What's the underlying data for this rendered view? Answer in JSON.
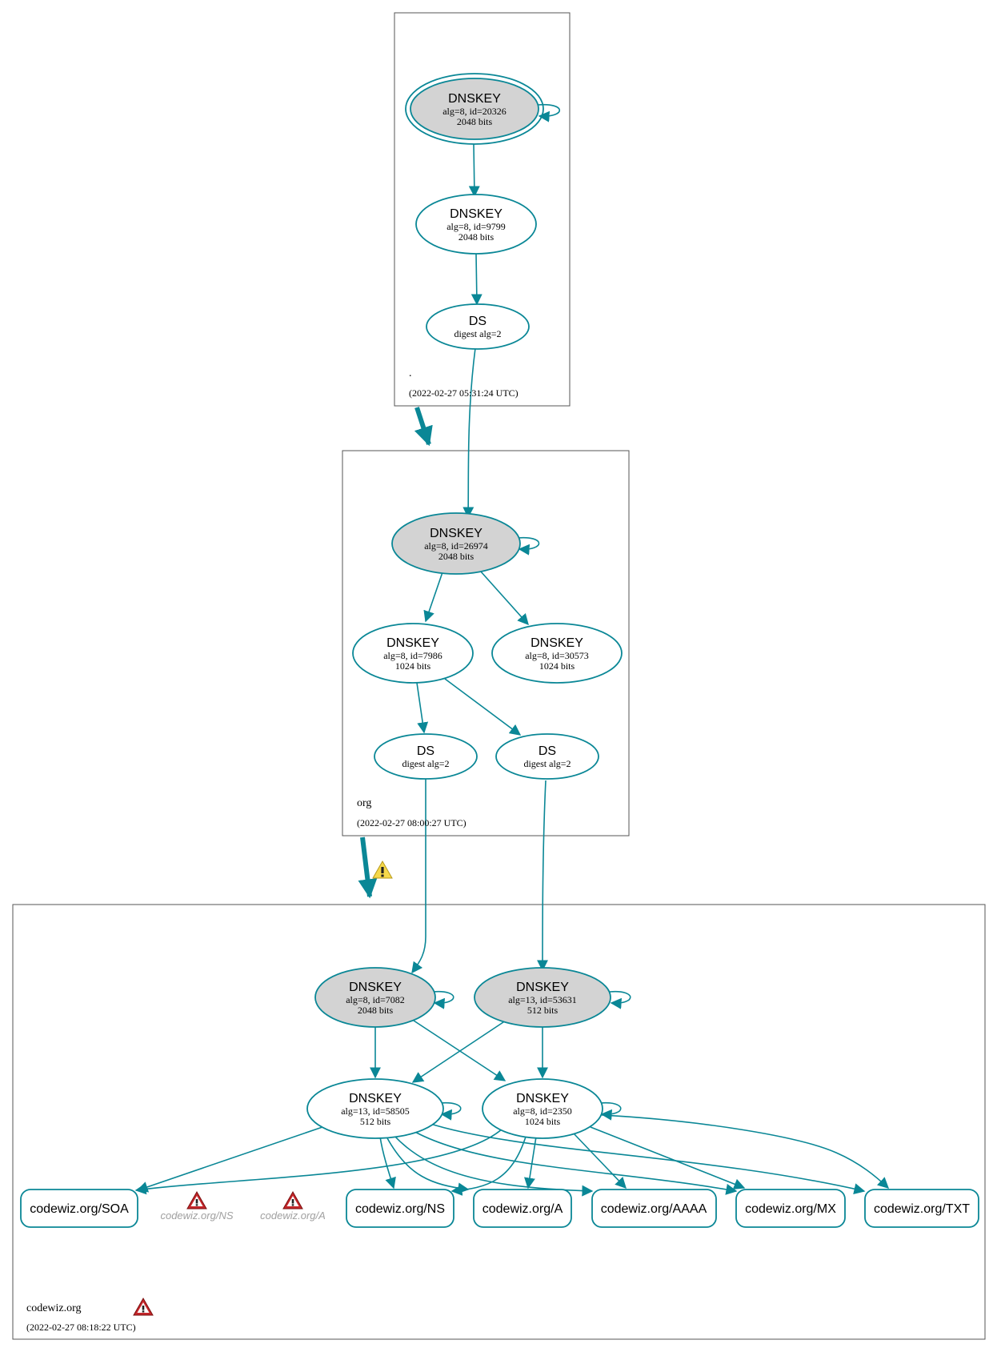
{
  "colors": {
    "edge": "#0a8796",
    "node_fill_ksk": "#d3d3d3",
    "node_fill": "#ffffff",
    "zone_border": "#555555",
    "warning_yellow": "#f5d84b",
    "error_red": "#c4262a",
    "missing_text": "#a0a0a0"
  },
  "zones": {
    "root": {
      "name": ".",
      "timestamp": "(2022-02-27 05:31:24 UTC)"
    },
    "org": {
      "name": "org",
      "timestamp": "(2022-02-27 08:00:27 UTC)"
    },
    "codewiz": {
      "name": "codewiz.org",
      "timestamp": "(2022-02-27 08:18:22 UTC)"
    }
  },
  "nodes": {
    "root_ksk": {
      "title": "DNSKEY",
      "line1": "alg=8, id=20326",
      "line2": "2048 bits"
    },
    "root_zsk": {
      "title": "DNSKEY",
      "line1": "alg=8, id=9799",
      "line2": "2048 bits"
    },
    "root_ds": {
      "title": "DS",
      "line1": "digest alg=2"
    },
    "org_ksk": {
      "title": "DNSKEY",
      "line1": "alg=8, id=26974",
      "line2": "2048 bits"
    },
    "org_zsk1": {
      "title": "DNSKEY",
      "line1": "alg=8, id=7986",
      "line2": "1024 bits"
    },
    "org_zsk2": {
      "title": "DNSKEY",
      "line1": "alg=8, id=30573",
      "line2": "1024 bits"
    },
    "org_ds1": {
      "title": "DS",
      "line1": "digest alg=2"
    },
    "org_ds2": {
      "title": "DS",
      "line1": "digest alg=2"
    },
    "cw_ksk1": {
      "title": "DNSKEY",
      "line1": "alg=8, id=7082",
      "line2": "2048 bits"
    },
    "cw_ksk2": {
      "title": "DNSKEY",
      "line1": "alg=13, id=53631",
      "line2": "512 bits"
    },
    "cw_zsk1": {
      "title": "DNSKEY",
      "line1": "alg=13, id=58505",
      "line2": "512 bits"
    },
    "cw_zsk2": {
      "title": "DNSKEY",
      "line1": "alg=8, id=2350",
      "line2": "1024 bits"
    }
  },
  "records": {
    "soa": "codewiz.org/SOA",
    "ns": "codewiz.org/NS",
    "a": "codewiz.org/A",
    "aaaa": "codewiz.org/AAAA",
    "mx": "codewiz.org/MX",
    "txt": "codewiz.org/TXT"
  },
  "missing": {
    "ns": "codewiz.org/NS",
    "a": "codewiz.org/A"
  },
  "icons": {
    "delegation_warning": "warning-triangle-icon",
    "zone_error": "error-triangle-icon"
  }
}
